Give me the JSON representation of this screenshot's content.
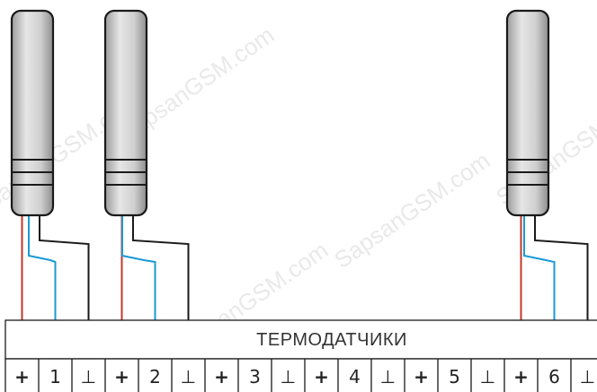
{
  "watermark": {
    "text": "SapsanGSM.com"
  },
  "strip": {
    "label": "ТЕРМОДАТЧИКИ",
    "terminals": [
      "+",
      "1",
      "⊥",
      "+",
      "2",
      "⊥",
      "+",
      "3",
      "⊥",
      "+",
      "4",
      "⊥",
      "+",
      "5",
      "⊥",
      "+",
      "6",
      "⊥"
    ]
  },
  "sensors": [
    {
      "channel": "1"
    },
    {
      "channel": "2"
    },
    {
      "channel": "6"
    }
  ],
  "colors": {
    "wire_red": "#c0392b",
    "wire_blue": "#1a9ad6",
    "wire_black": "#1a1a1a",
    "probe_body": "#c9c9c9",
    "outline": "#1a1a1a"
  }
}
